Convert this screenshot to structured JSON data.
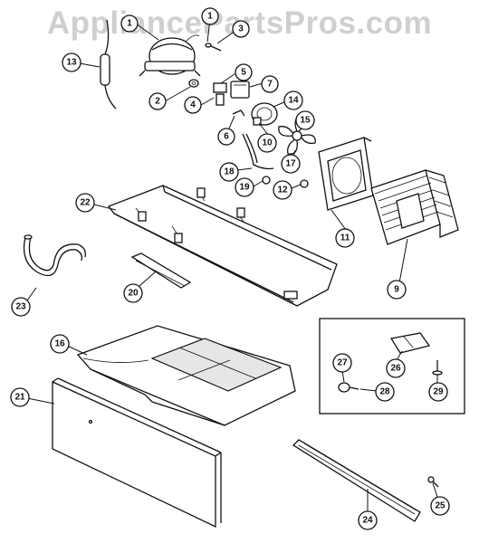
{
  "watermark": "AppliancePartsPros.com",
  "callouts": {
    "c1": "1",
    "c2": "2",
    "c3": "3",
    "c4": "4",
    "c5": "5",
    "c6": "6",
    "c7": "7",
    "c9": "9",
    "c10": "10",
    "c11": "11",
    "c12": "12",
    "c13": "13",
    "c14": "14",
    "c15": "15",
    "c16": "16",
    "c17": "17",
    "c18": "18",
    "c19": "19",
    "c20": "20",
    "c21": "21",
    "c22": "22",
    "c23": "23",
    "c24": "24",
    "c25": "25",
    "c26": "26",
    "c27": "27",
    "c28": "28",
    "c29": "29"
  }
}
